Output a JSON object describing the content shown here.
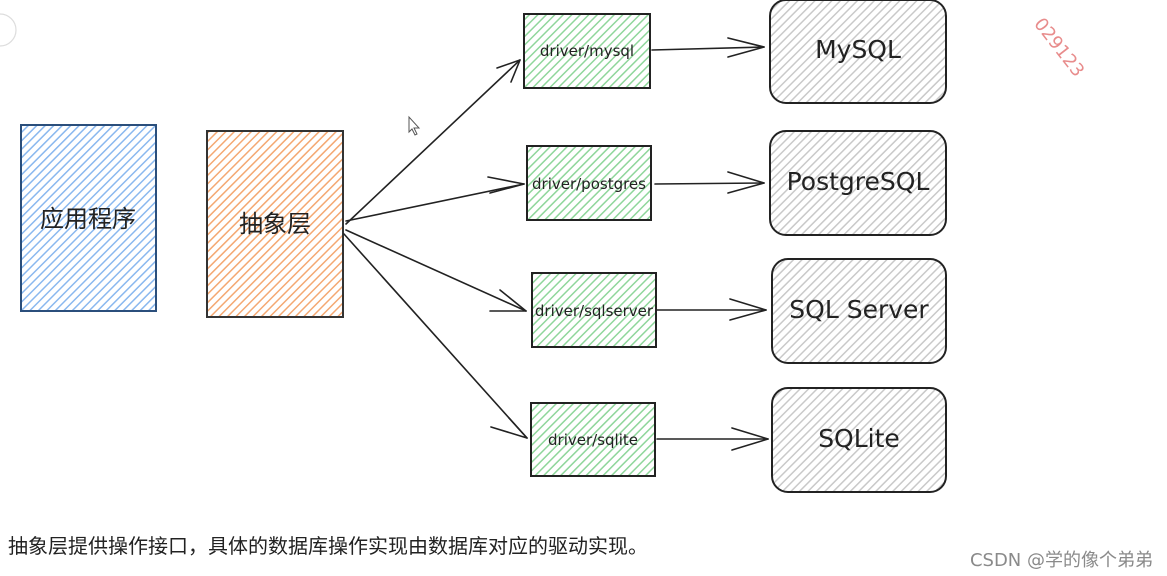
{
  "diagram": {
    "app_label": "应用程序",
    "abstraction_label": "抽象层",
    "drivers": [
      "driver/mysql",
      "driver/postgres",
      "driver/sqlserver",
      "driver/sqlite"
    ],
    "databases": [
      "MySQL",
      "PostgreSQL",
      "SQL Server",
      "SQLite"
    ],
    "colors": {
      "app_fill": "#9cc7f4",
      "app_stroke": "#3a6fb0",
      "abstraction_fill": "#f7b98a",
      "abstraction_stroke": "#333333",
      "driver_fill": "#a9e2b0",
      "driver_stroke": "#222222",
      "db_fill": "#d9d9d9",
      "db_stroke": "#222222",
      "arrow": "#222222"
    }
  },
  "caption": "抽象层提供操作接口，具体的数据库操作实现由数据库对应的驱动实现。",
  "footer": "CSDN @学的像个弟弟",
  "watermark": "029123"
}
